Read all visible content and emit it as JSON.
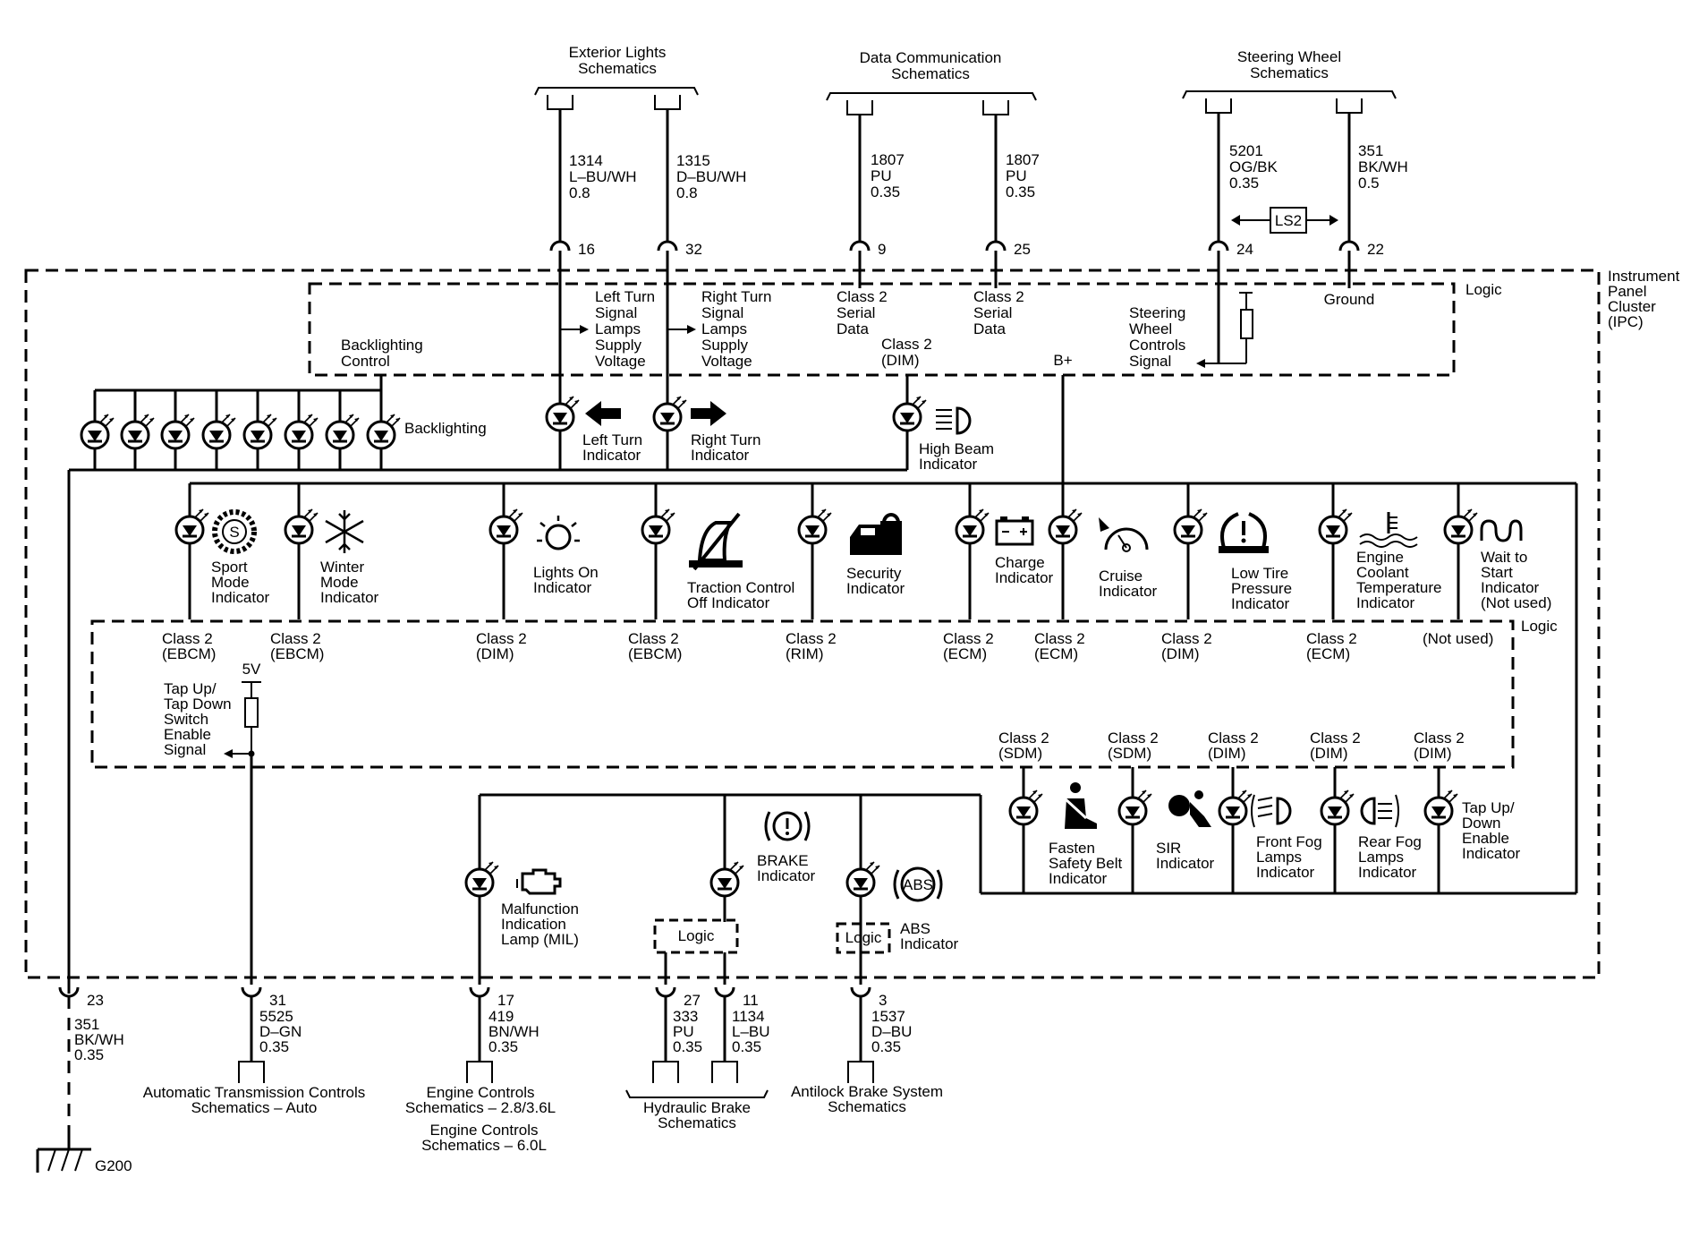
{
  "diagram": {
    "top_refs": {
      "exterior": [
        "Exterior Lights",
        "Schematics"
      ],
      "datacomm": [
        "Data Communication",
        "Schematics"
      ],
      "steering": [
        "Steering Wheel",
        "Schematics"
      ]
    },
    "top_wires": [
      {
        "circuit": "1314",
        "color": "L–BU/WH",
        "gauge": "0.8",
        "pin": "16"
      },
      {
        "circuit": "1315",
        "color": "D–BU/WH",
        "gauge": "0.8",
        "pin": "32"
      },
      {
        "circuit": "1807",
        "color": "PU",
        "gauge": "0.35",
        "pin": "9"
      },
      {
        "circuit": "1807",
        "color": "PU",
        "gauge": "0.35",
        "pin": "25"
      },
      {
        "circuit": "5201",
        "color": "OG/BK",
        "gauge": "0.35",
        "pin": "24"
      },
      {
        "circuit": "351",
        "color": "BK/WH",
        "gauge": "0.5",
        "pin": "22"
      }
    ],
    "ls2": "LS2",
    "ipc_label": [
      "Instrument",
      "Panel",
      "Cluster",
      "(IPC)"
    ],
    "logic": "Logic",
    "ground": "Ground",
    "bplus": "B+",
    "five_v": "5V",
    "upper_logic_labels": {
      "left_turn_supply": [
        "Left Turn",
        "Signal",
        "Lamps",
        "Supply",
        "Voltage"
      ],
      "right_turn_supply": [
        "Right Turn",
        "Signal",
        "Lamps",
        "Supply",
        "Voltage"
      ],
      "serial1": [
        "Class 2",
        "Serial",
        "Data"
      ],
      "serial2": [
        "Class 2",
        "Serial",
        "Data"
      ],
      "class2_dim": [
        "Class 2",
        "(DIM)"
      ],
      "backlighting_control": [
        "Backlighting",
        "Control"
      ],
      "steering_controls": [
        "Steering",
        "Wheel",
        "Controls",
        "Signal"
      ]
    },
    "row1": {
      "backlighting": "Backlighting",
      "left_turn": [
        "Left Turn",
        "Indicator"
      ],
      "right_turn": [
        "Right Turn",
        "Indicator"
      ],
      "high_beam": [
        "High Beam",
        "Indicator"
      ]
    },
    "row2": [
      {
        "label": [
          "Sport",
          "Mode",
          "Indicator"
        ],
        "ctrl": [
          "Class 2",
          "(EBCM)"
        ]
      },
      {
        "label": [
          "Winter",
          "Mode",
          "Indicator"
        ],
        "ctrl": [
          "Class 2",
          "(EBCM)"
        ]
      },
      {
        "label": [
          "Lights On",
          "Indicator"
        ],
        "ctrl": [
          "Class 2",
          "(DIM)"
        ]
      },
      {
        "label": [
          "Traction Control",
          "Off Indicator"
        ],
        "ctrl": [
          "Class 2",
          "(EBCM)"
        ]
      },
      {
        "label": [
          "Security",
          "Indicator"
        ],
        "ctrl": [
          "Class 2",
          "(RIM)"
        ]
      },
      {
        "label": [
          "Charge",
          "Indicator"
        ],
        "ctrl": [
          "Class 2",
          "(ECM)"
        ]
      },
      {
        "label": [
          "Cruise",
          "Indicator"
        ],
        "ctrl": [
          "Class 2",
          "(ECM)"
        ]
      },
      {
        "label": [
          "Low Tire",
          "Pressure",
          "Indicator"
        ],
        "ctrl": [
          "Class 2",
          "(DIM)"
        ]
      },
      {
        "label": [
          "Engine",
          "Coolant",
          "Temperature",
          "Indicator"
        ],
        "ctrl": [
          "Class 2",
          "(ECM)"
        ]
      },
      {
        "label": [
          "Wait to",
          "Start",
          "Indicator",
          "(Not used)"
        ],
        "ctrl": [
          "(Not used)"
        ]
      }
    ],
    "tap_switch": [
      "Tap Up/",
      "Tap Down",
      "Switch",
      "Enable",
      "Signal"
    ],
    "row3": [
      {
        "label": [
          "Fasten",
          "Safety Belt",
          "Indicator"
        ],
        "ctrl": [
          "Class 2",
          "(SDM)"
        ]
      },
      {
        "label": [
          "SIR",
          "Indicator"
        ],
        "ctrl": [
          "Class 2",
          "(SDM)"
        ]
      },
      {
        "label": [
          "Front Fog",
          "Lamps",
          "Indicator"
        ],
        "ctrl": [
          "Class 2",
          "(DIM)"
        ]
      },
      {
        "label": [
          "Rear Fog",
          "Lamps",
          "Indicator"
        ],
        "ctrl": [
          "Class 2",
          "(DIM)"
        ]
      },
      {
        "label": [
          "Tap Up/",
          "Down",
          "Enable",
          "Indicator"
        ],
        "ctrl": [
          "Class 2",
          "(DIM)"
        ]
      }
    ],
    "row4": {
      "mil": [
        "Malfunction",
        "Indication",
        "Lamp (MIL)"
      ],
      "brake": [
        "BRAKE",
        "Indicator"
      ],
      "abs": [
        "ABS",
        "Indicator"
      ],
      "abs_icon": "ABS"
    },
    "bottom_wires": [
      {
        "pin": "23",
        "circuit": "351",
        "color": "BK/WH",
        "gauge": "0.35"
      },
      {
        "pin": "31",
        "circuit": "5525",
        "color": "D–GN",
        "gauge": "0.35"
      },
      {
        "pin": "17",
        "circuit": "419",
        "color": "BN/WH",
        "gauge": "0.35"
      },
      {
        "pin": "27",
        "circuit": "333",
        "color": "PU",
        "gauge": "0.35"
      },
      {
        "pin": "11",
        "circuit": "1134",
        "color": "L–BU",
        "gauge": "0.35"
      },
      {
        "pin": "3",
        "circuit": "1537",
        "color": "D–BU",
        "gauge": "0.35"
      }
    ],
    "bottom_refs": {
      "trans": [
        "Automatic Transmission Controls",
        "Schematics – Auto"
      ],
      "engine1": [
        "Engine Controls",
        "Schematics – 2.8/3.6L"
      ],
      "engine2": [
        "Engine Controls",
        "Schematics – 6.0L"
      ],
      "hydraulic": [
        "Hydraulic Brake",
        "Schematics"
      ],
      "abs": [
        "Antilock Brake System",
        "Schematics"
      ]
    },
    "g200": "G200"
  }
}
